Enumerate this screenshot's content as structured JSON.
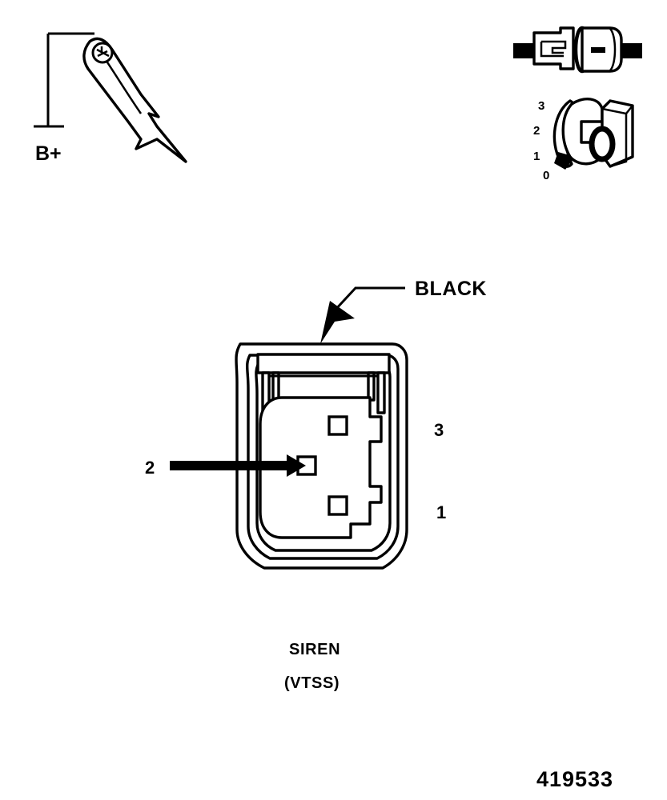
{
  "figure": {
    "number": "419533",
    "title_line1": "SIREN",
    "title_line2": "(VTSS)"
  },
  "probe": {
    "supply_label": "B+",
    "icon": "test-probe-icon"
  },
  "connector_pair": {
    "icon": "inline-connector-icon"
  },
  "key_detail": {
    "icon": "keyed-terminal-icon",
    "marks": [
      "3",
      "2",
      "1",
      "0"
    ]
  },
  "connector": {
    "wire_label": "BLACK",
    "callout_pin": "2",
    "side_pins": [
      "3",
      "1"
    ],
    "cavity_count": 3
  },
  "colors": {
    "line": "#000000",
    "background": "#ffffff"
  }
}
